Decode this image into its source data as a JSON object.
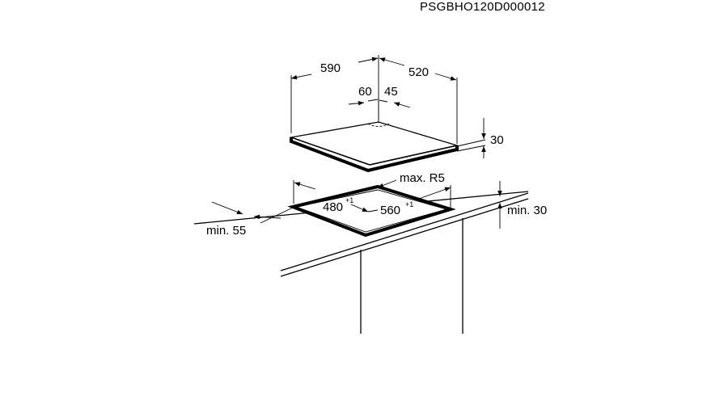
{
  "document_code": "PSGBHO120D000012",
  "dimensions": {
    "hob_width": "590",
    "hob_depth": "520",
    "gas_inlet_x": "60",
    "gas_inlet_y": "45",
    "hob_height": "30",
    "cutout_depth": "480",
    "cutout_depth_tolerance": "+1",
    "cutout_width": "560",
    "cutout_width_tolerance": "+1",
    "corner_radius": "max. R5",
    "min_distance_back": "min. 55",
    "min_worktop_thickness": "min. 30"
  }
}
